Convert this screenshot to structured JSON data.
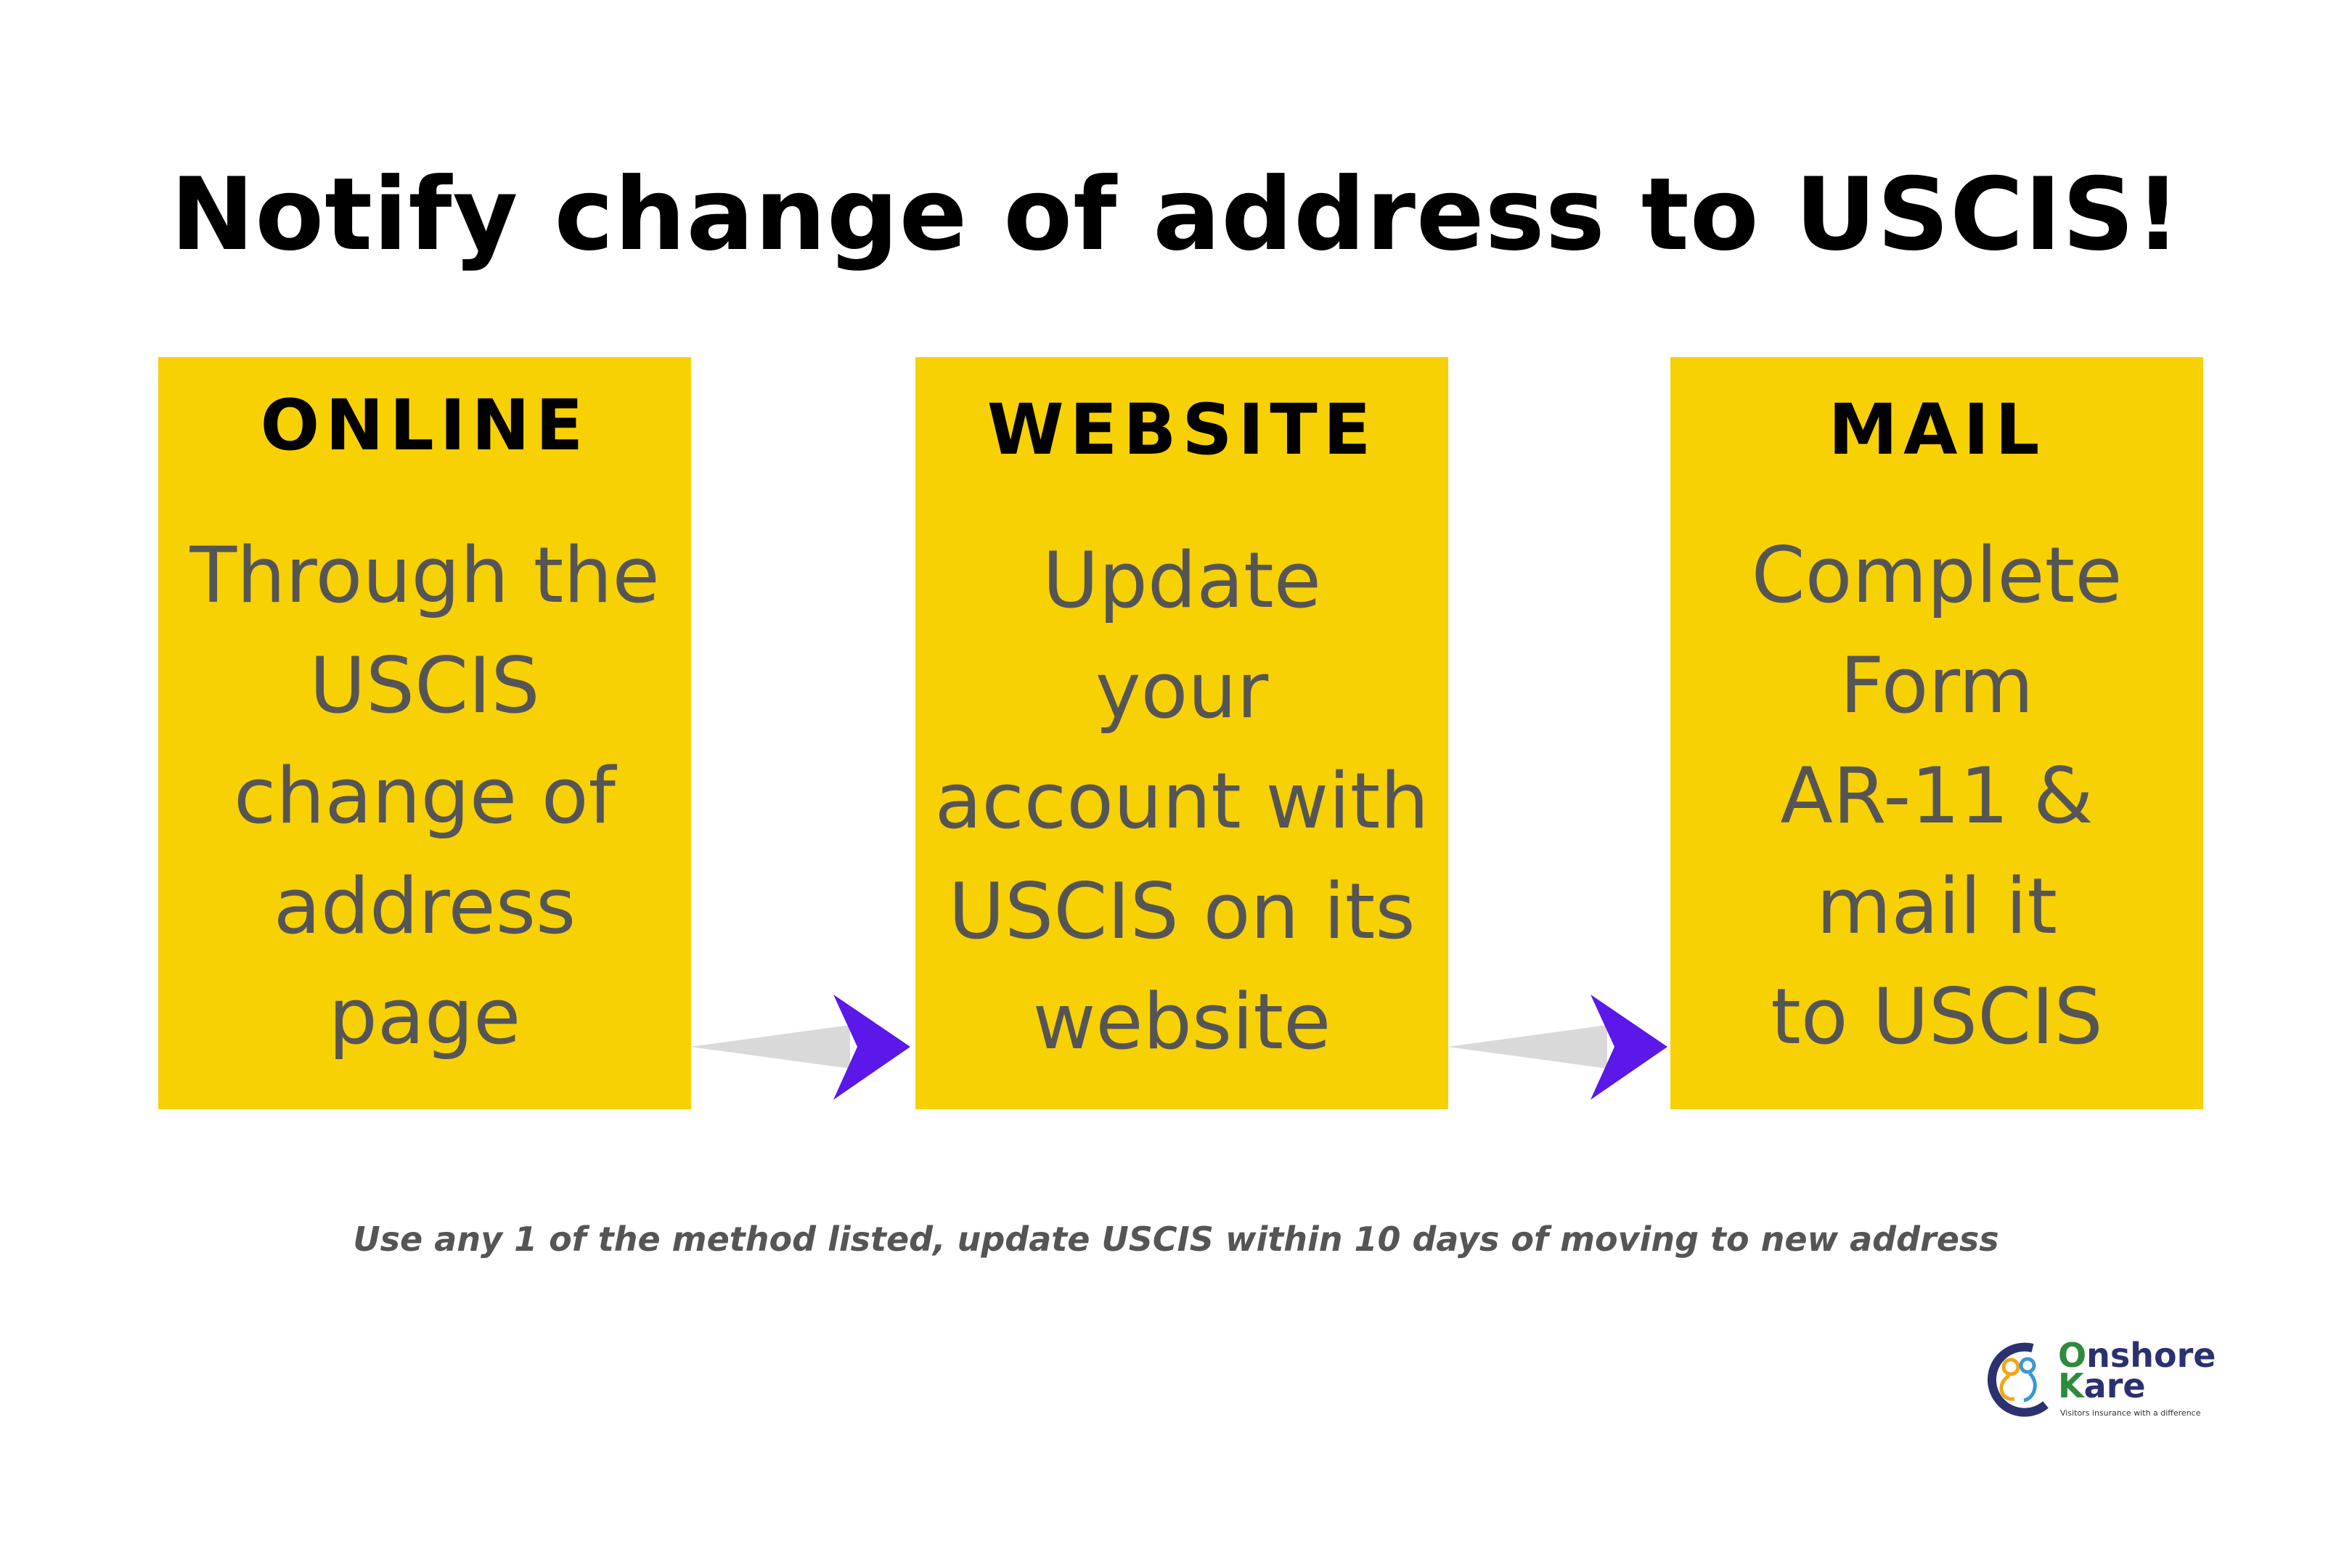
{
  "title": "Notify change of address to USCIS!",
  "colors": {
    "box": "#F7D104",
    "arrow_head": "#5B18E8",
    "arrow_tail": "#D9D9D9",
    "body_text": "#555555"
  },
  "steps": [
    {
      "heading": "ONLINE",
      "text": "Through the\nUSCIS\nchange of\naddress\npage"
    },
    {
      "heading": "WEBSITE",
      "text": "Update\nyour\naccount with\nUSCIS on its\nwebsite"
    },
    {
      "heading": "MAIL",
      "text": "Complete\nForm\nAR-11 &\nmail it\nto USCIS"
    }
  ],
  "footer_note": "Use any 1 of the method listed, update USCIS within 10 days of moving to new address",
  "logo": {
    "first_letter_1": "O",
    "rest_1": "nshore",
    "first_letter_2": "K",
    "rest_2": "are",
    "tagline": "Visitors insurance with a difference"
  }
}
